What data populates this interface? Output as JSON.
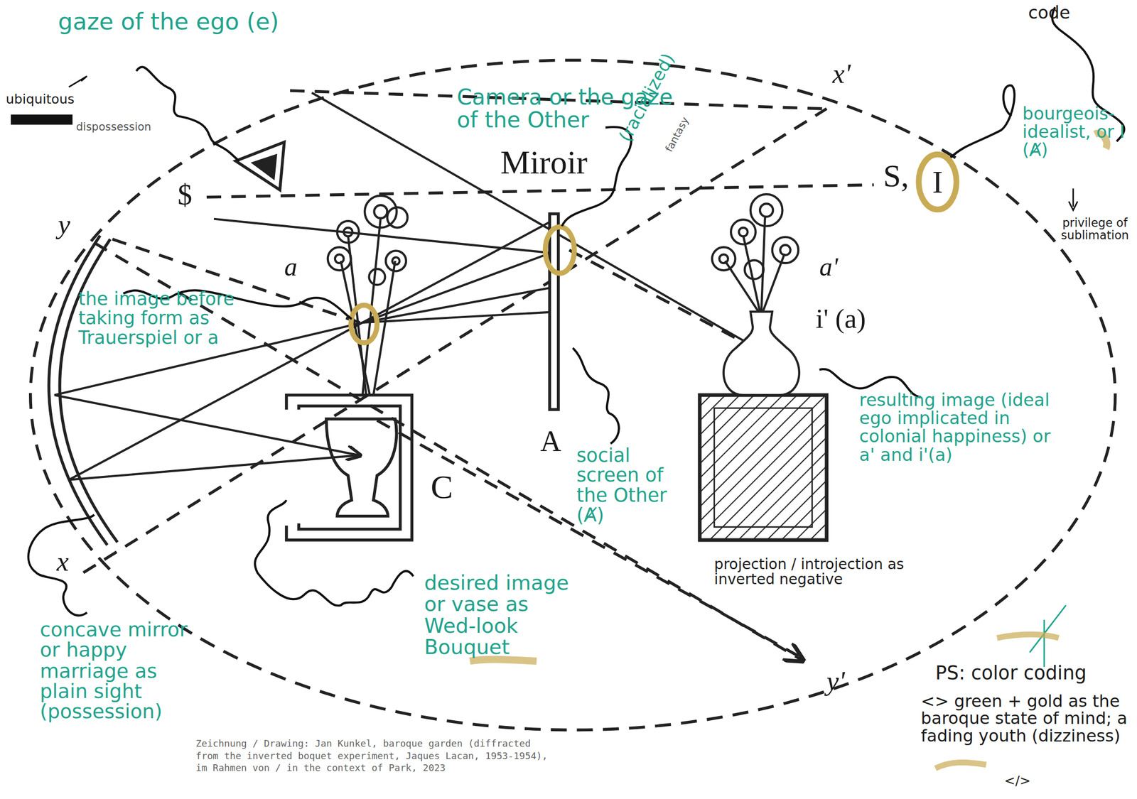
{
  "diagram": {
    "caption": "Zeichnung / Drawing: Jan Kunkel, baroque garden (diffracted from the inverted boquet experiment, Jaques Lacan, 1953-1954), im Rahmen von / in the context of Park, 2023",
    "nodes": [
      {
        "text": [
          "I"
        ]
      }
    ],
    "labels": [
      "gaze of the ego (e)",
      "ubiquitous",
      "dispossession",
      "code",
      "x'",
      "Camera or the gaze of the Other",
      "Miroir",
      "(racialized)",
      "fantasy",
      "S,",
      "bourgeois-idealist, or I (Ⱥ)",
      "privilege of sublimation",
      "$",
      "y",
      "a",
      "a'",
      "i' (a)",
      "the image before taking form as Trauerspiel or a",
      "A",
      "C",
      "social screen of the Other (Ⱥ)",
      "resulting image (ideal ego implicated in colonial happiness) or a' and i'(a)",
      "x",
      "projection / introjection as inverted negative",
      "desired image or vase as Wed-look Bouquet",
      "y'",
      "concave mirror or happy marriage as plain sight (possession)",
      "PS: color coding",
      "<> green + gold as the baroque state of mind; a fading youth (dizziness)",
      "</>"
    ]
  }
}
